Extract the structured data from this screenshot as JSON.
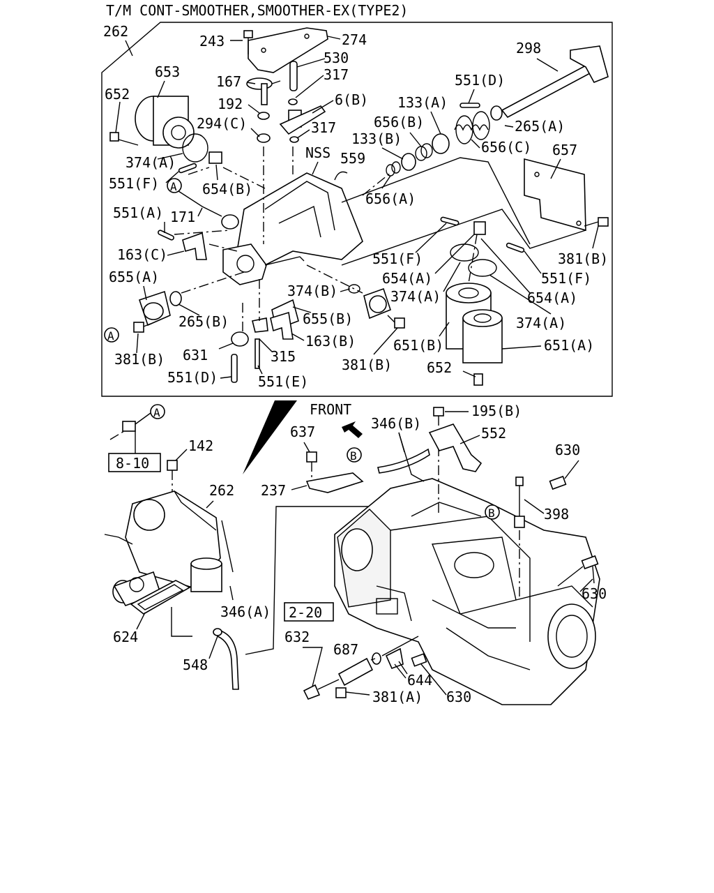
{
  "title": "T/M CONT-SMOOTHER,SMOOTHER-EX(TYPE2)",
  "front_label": "FRONT",
  "callouts": [
    {
      "id": "262-top",
      "text": "262"
    },
    {
      "id": "243",
      "text": "243"
    },
    {
      "id": "274",
      "text": "274"
    },
    {
      "id": "530",
      "text": "530"
    },
    {
      "id": "298",
      "text": "298"
    },
    {
      "id": "653",
      "text": "653"
    },
    {
      "id": "167",
      "text": "167"
    },
    {
      "id": "317-a",
      "text": "317"
    },
    {
      "id": "652-a",
      "text": "652"
    },
    {
      "id": "551D-a",
      "text": "551(D)"
    },
    {
      "id": "192",
      "text": "192"
    },
    {
      "id": "6B",
      "text": "6(B)"
    },
    {
      "id": "133A",
      "text": "133(A)"
    },
    {
      "id": "294C",
      "text": "294(C)"
    },
    {
      "id": "656B",
      "text": "656(B)"
    },
    {
      "id": "265A",
      "text": "265(A)"
    },
    {
      "id": "317-b",
      "text": "317"
    },
    {
      "id": "133B",
      "text": "133(B)"
    },
    {
      "id": "656C",
      "text": "656(C)"
    },
    {
      "id": "657",
      "text": "657"
    },
    {
      "id": "NSS",
      "text": "NSS"
    },
    {
      "id": "559",
      "text": "559"
    },
    {
      "id": "374A-a",
      "text": "374(A)"
    },
    {
      "id": "551F-a",
      "text": "551(F)"
    },
    {
      "id": "654B",
      "text": "654(B)"
    },
    {
      "id": "656A",
      "text": "656(A)"
    },
    {
      "id": "551A",
      "text": "551(A)"
    },
    {
      "id": "171",
      "text": "171"
    },
    {
      "id": "381B-a",
      "text": "381(B)"
    },
    {
      "id": "163C",
      "text": "163(C)"
    },
    {
      "id": "551F-b",
      "text": "551(F)"
    },
    {
      "id": "654A-a",
      "text": "654(A)"
    },
    {
      "id": "551F-c",
      "text": "551(F)"
    },
    {
      "id": "655A",
      "text": "655(A)"
    },
    {
      "id": "374B",
      "text": "374(B)"
    },
    {
      "id": "374A-b",
      "text": "374(A)"
    },
    {
      "id": "654A-b",
      "text": "654(A)"
    },
    {
      "id": "265B",
      "text": "265(B)"
    },
    {
      "id": "655B",
      "text": "655(B)"
    },
    {
      "id": "374A-c",
      "text": "374(A)"
    },
    {
      "id": "163B",
      "text": "163(B)"
    },
    {
      "id": "651B",
      "text": "651(B)"
    },
    {
      "id": "651A",
      "text": "651(A)"
    },
    {
      "id": "381B-b",
      "text": "381(B)"
    },
    {
      "id": "631",
      "text": "631"
    },
    {
      "id": "315",
      "text": "315"
    },
    {
      "id": "381B-c",
      "text": "381(B)"
    },
    {
      "id": "652-b",
      "text": "652"
    },
    {
      "id": "551D-b",
      "text": "551(D)"
    },
    {
      "id": "551E",
      "text": "551(E)"
    },
    {
      "id": "195B",
      "text": "195(B)"
    },
    {
      "id": "346B",
      "text": "346(B)"
    },
    {
      "id": "637",
      "text": "637"
    },
    {
      "id": "552",
      "text": "552"
    },
    {
      "id": "142",
      "text": "142"
    },
    {
      "id": "630-a",
      "text": "630"
    },
    {
      "id": "237",
      "text": "237"
    },
    {
      "id": "262-bottom",
      "text": "262"
    },
    {
      "id": "398",
      "text": "398"
    },
    {
      "id": "630-b",
      "text": "630"
    },
    {
      "id": "346A",
      "text": "346(A)"
    },
    {
      "id": "624",
      "text": "624"
    },
    {
      "id": "632",
      "text": "632"
    },
    {
      "id": "687",
      "text": "687"
    },
    {
      "id": "548",
      "text": "548"
    },
    {
      "id": "644",
      "text": "644"
    },
    {
      "id": "381A",
      "text": "381(A)"
    },
    {
      "id": "630-c",
      "text": "630"
    }
  ],
  "ref_boxes": [
    {
      "id": "8-10",
      "text": "8-10"
    },
    {
      "id": "2-20",
      "text": "2-20"
    }
  ],
  "markers": [
    {
      "id": "A-1",
      "text": "A"
    },
    {
      "id": "A-2",
      "text": "A"
    },
    {
      "id": "A-3",
      "text": "A"
    },
    {
      "id": "B-1",
      "text": "B"
    },
    {
      "id": "B-2",
      "text": "B"
    }
  ]
}
